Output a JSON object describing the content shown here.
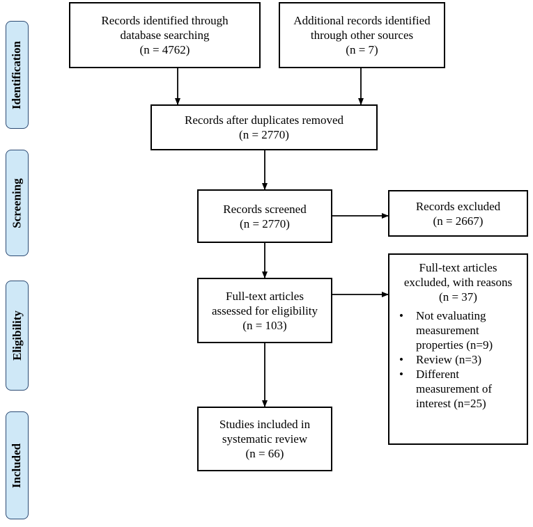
{
  "phases": [
    "Identification",
    "Screening",
    "Eligibility",
    "Included"
  ],
  "boxes": {
    "database": [
      "Records identified through",
      "database searching",
      "(n = 4762)"
    ],
    "other_sources": [
      "Additional records identified",
      "through other sources",
      "(n = 7)"
    ],
    "duplicates_removed": [
      "Records after duplicates removed",
      "(n = 2770)"
    ],
    "screened": [
      "Records screened",
      "(n = 2770)"
    ],
    "excluded": [
      "Records excluded",
      "(n = 2667)"
    ],
    "full_text": [
      "Full-text articles",
      "assessed for eligibility",
      "(n = 103)"
    ],
    "included": [
      "Studies included in",
      "systematic review",
      "(n = 66)"
    ]
  },
  "full_text_excluded": {
    "heading": [
      "Full-text articles",
      "excluded, with reasons",
      "(n = 37)"
    ],
    "reasons": [
      [
        "Not evaluating",
        "measurement",
        "properties (n=9)"
      ],
      [
        "Review (n=3)"
      ],
      [
        "Different",
        "measurement of",
        "interest (n=25)"
      ]
    ]
  }
}
